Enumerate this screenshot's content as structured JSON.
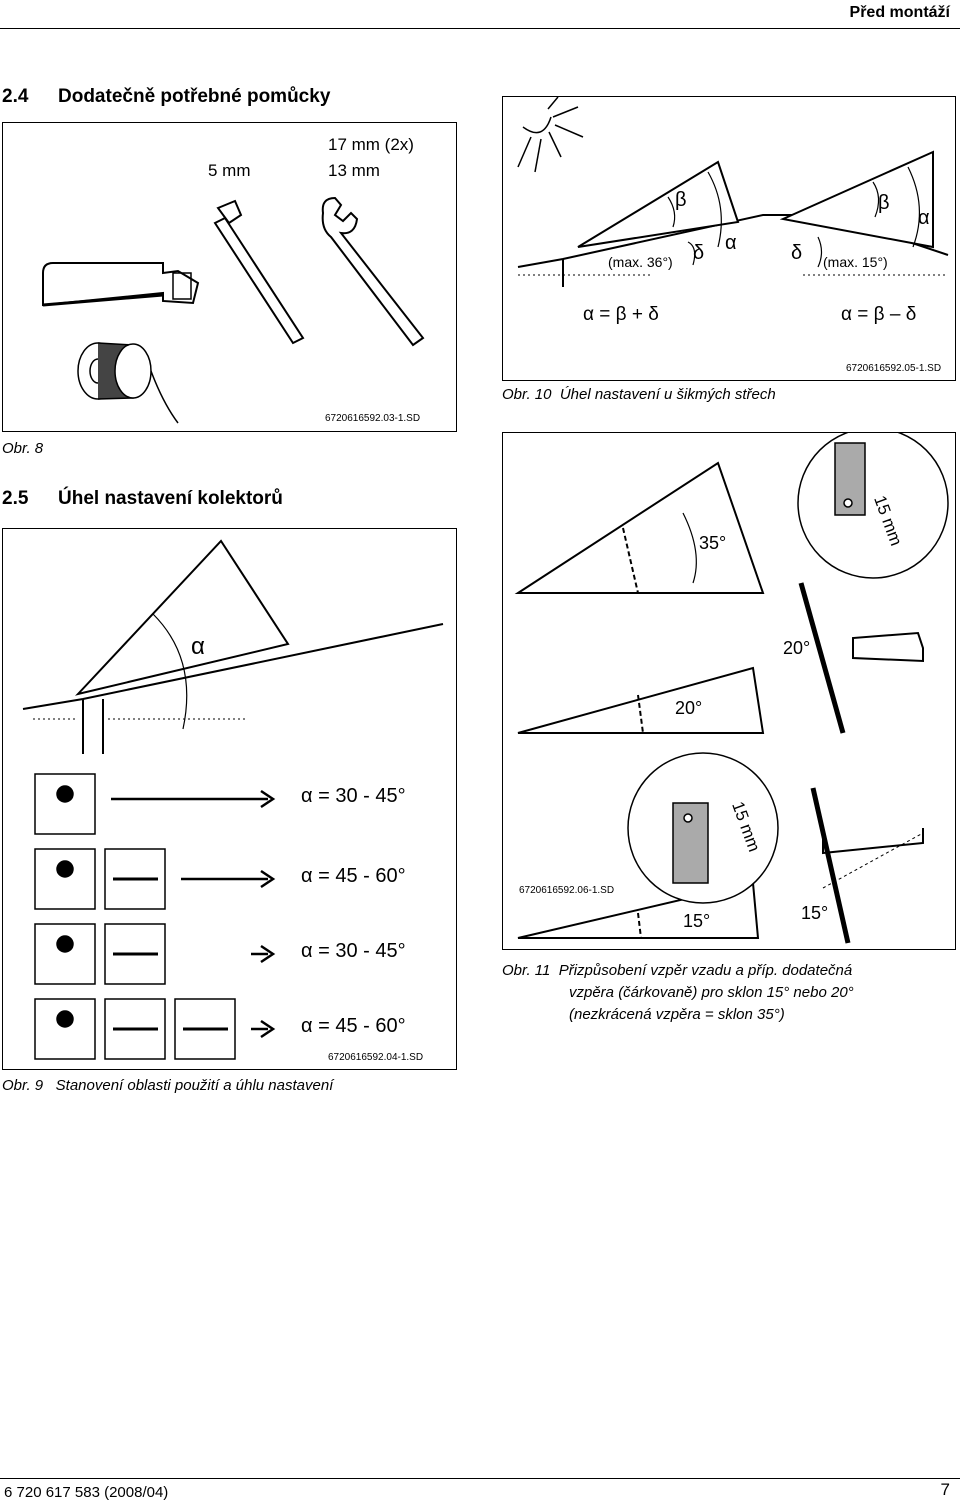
{
  "header": {
    "title": "Před montáží"
  },
  "section24": {
    "number": "2.4",
    "title": "Dodatečně potřebné pomůcky"
  },
  "fig8": {
    "label_5mm": "5 mm",
    "label_17mm": "17 mm (2x)",
    "label_13mm": "13 mm",
    "code": "6720616592.03-1.SD",
    "caption": "Obr. 8"
  },
  "fig10": {
    "max36": "(max. 36°)",
    "max15": "(max. 15°)",
    "beta": "β",
    "delta": "δ",
    "alpha": "α",
    "formula_left": "α = β + δ",
    "formula_right": "α = β – δ",
    "code": "6720616592.05-1.SD",
    "caption_num": "Obr. 10",
    "caption_text": "Úhel nastavení u šikmých střech"
  },
  "section25": {
    "number": "2.5",
    "title": "Úhel nastavení kolektorů"
  },
  "fig9": {
    "alpha": "α",
    "rows": [
      {
        "label": "= 30 - 45°"
      },
      {
        "label": "= 45 - 60°"
      },
      {
        "label": "= 30 - 45°"
      },
      {
        "label": "= 45 - 60°"
      }
    ],
    "code": "6720616592.04-1.SD",
    "caption_num": "Obr. 9",
    "caption_text": "Stanovení oblasti použití a úhlu nastavení"
  },
  "fig11": {
    "angle35": "35°",
    "angle20a": "20°",
    "angle20b": "20°",
    "angle15a": "15°",
    "angle15b": "15°",
    "mm15a": "15 mm",
    "mm15b": "15 mm",
    "code": "6720616592.06-1.SD",
    "caption_num": "Obr. 11",
    "caption_line1": "Přizpůsobení vzpěr vzadu a příp. dodatečná",
    "caption_line2": "vzpěra (čárkovaně) pro sklon 15° nebo 20°",
    "caption_line3": "(nezkrácená vzpěra = sklon 35°)"
  },
  "footer": {
    "doc": "6 720 617 583 (2008/04)",
    "page": "7"
  }
}
